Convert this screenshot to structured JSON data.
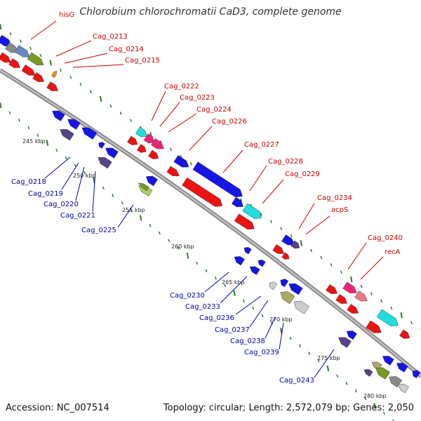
{
  "title": "Chlorobium chlorochromatii CaD3, complete genome",
  "accession": "Accession: NC_007514",
  "topology": "Topology: circular; Length: 2,572,079 bp; Genes: 2,050",
  "colors": {
    "backbone": "#888888",
    "forward_label": "#cc0000",
    "reverse_label": "#0000aa",
    "tick": "#2a7a2a"
  },
  "scale_labels": [
    "245 kbp",
    "250 kbp",
    "255 kbp",
    "260 kbp",
    "265 kbp",
    "270 kbp",
    "275 kbp",
    "280 kbp"
  ],
  "forward_labels": [
    "hisG",
    "Cag_0213",
    "Cag_0214",
    "Cag_0215",
    "Cag_0222",
    "Cag_0223",
    "Cag_0224",
    "Cag_0226",
    "Cag_0227",
    "Cag_0228",
    "Cag_0229",
    "Cag_0234",
    "acpS",
    "Cag_0240",
    "recA"
  ],
  "reverse_labels": [
    "Cag_0218",
    "Cag_0219",
    "Cag_0220",
    "Cag_0221",
    "Cag_0225",
    "Cag_0230",
    "Cag_0233",
    "Cag_0236",
    "Cag_0237",
    "Cag_0238",
    "Cag_0239",
    "Cag_0243"
  ]
}
